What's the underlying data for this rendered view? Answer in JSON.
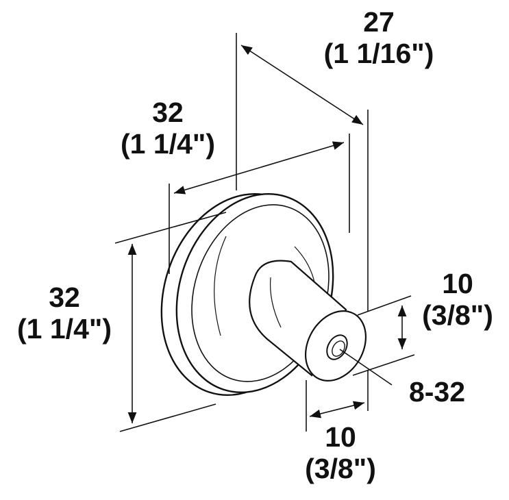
{
  "dimensions": {
    "depth": {
      "metric": "27",
      "imperial": "(1 1/16\")"
    },
    "rose_width": {
      "metric": "32",
      "imperial": "(1 1/4\")"
    },
    "rose_height": {
      "metric": "32",
      "imperial": "(1 1/4\")"
    },
    "stem_diameter": {
      "metric": "10",
      "imperial": "(3/8\")"
    },
    "stem_length": {
      "metric": "10",
      "imperial": "(3/8\")"
    },
    "thread": {
      "label": "8-32"
    }
  },
  "colors": {
    "ink": "#111111",
    "background": "#ffffff"
  }
}
